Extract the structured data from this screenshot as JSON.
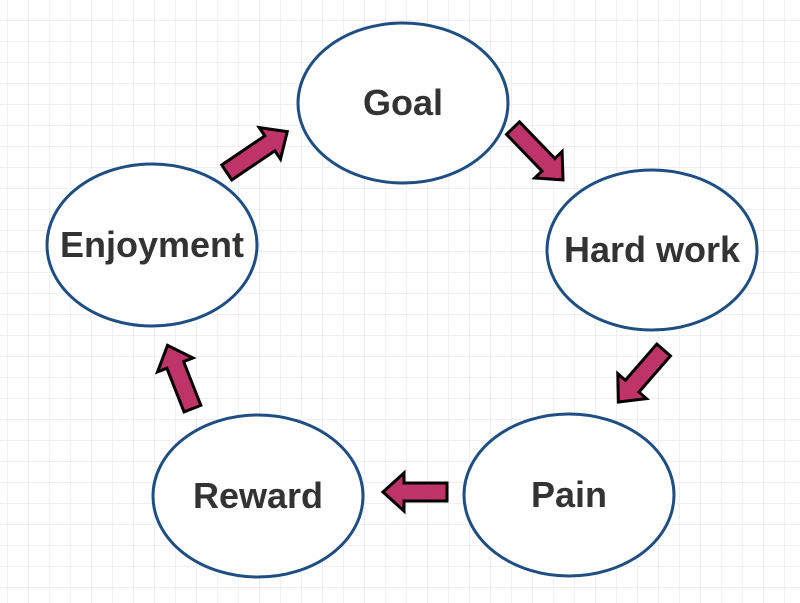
{
  "diagram": {
    "type": "cycle",
    "nodes": [
      {
        "id": "goal",
        "label": "Goal"
      },
      {
        "id": "hard-work",
        "label": "Hard work"
      },
      {
        "id": "pain",
        "label": "Pain"
      },
      {
        "id": "reward",
        "label": "Reward"
      },
      {
        "id": "enjoyment",
        "label": "Enjoyment"
      }
    ],
    "edges": [
      {
        "from": "Goal",
        "to": "Hard work"
      },
      {
        "from": "Hard work",
        "to": "Pain"
      },
      {
        "from": "Pain",
        "to": "Reward"
      },
      {
        "from": "Reward",
        "to": "Enjoyment"
      },
      {
        "from": "Enjoyment",
        "to": "Goal"
      }
    ],
    "colors": {
      "node_fill": "#ffffff",
      "node_stroke": "#1f4e82",
      "arrow_fill": "#be3468",
      "arrow_stroke": "#000000",
      "label_text": "#333333",
      "grid_line": "#efeff3",
      "canvas_bg": "#ffffff"
    }
  }
}
